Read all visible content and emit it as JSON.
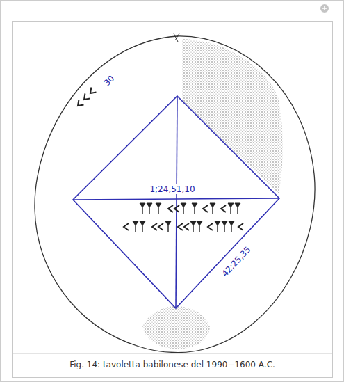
{
  "diagram": {
    "caption": "Fig. 14: tavoletta babilonese del 1990−1600 A.C.",
    "labels": [
      "30",
      "1;24,51,10",
      "42;25,35"
    ]
  }
}
